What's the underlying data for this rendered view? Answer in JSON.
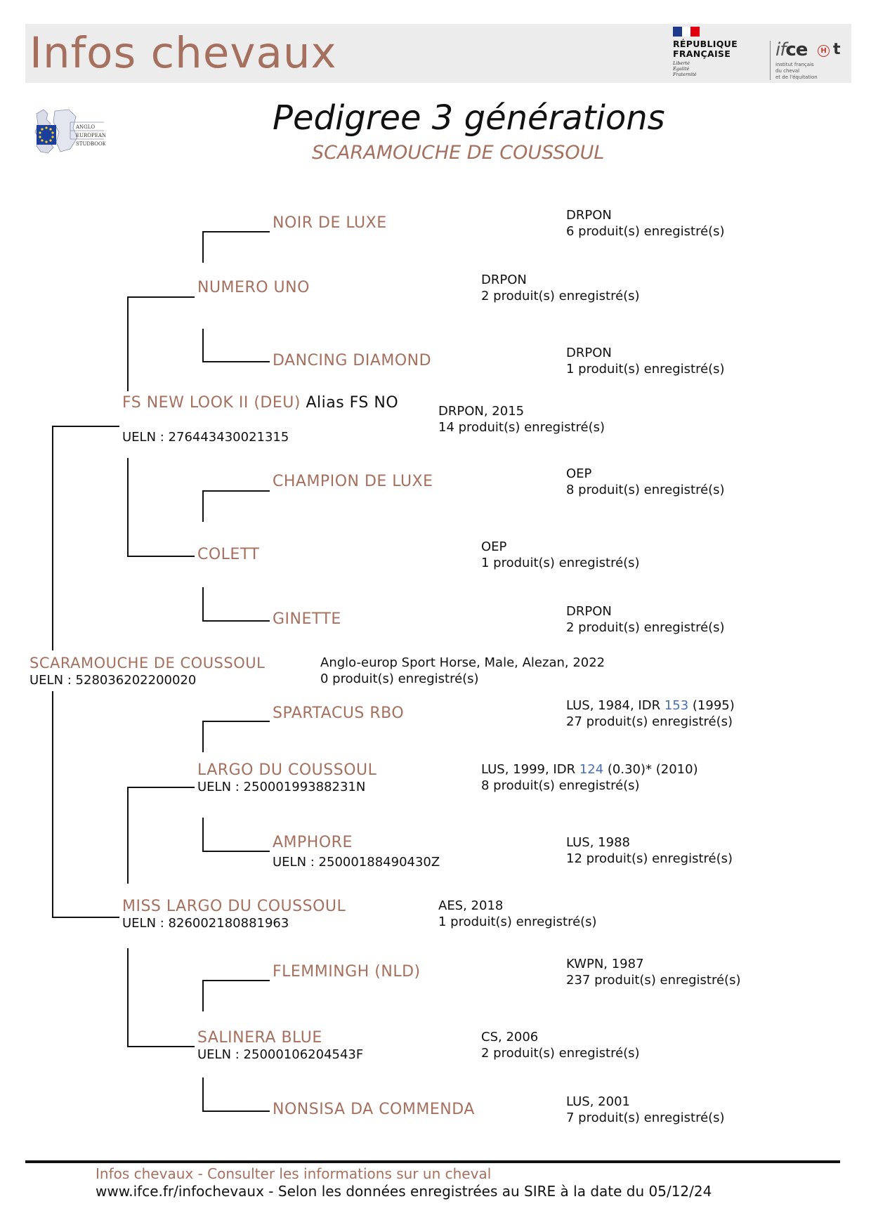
{
  "header": {
    "site_title": "Infos chevaux",
    "gov_logo_line1": "RÉPUBLIQUE",
    "gov_logo_line2": "FRANÇAISE",
    "gov_motto": [
      "Liberté",
      "Égalité",
      "Fraternité"
    ],
    "ifce_sub": [
      "institut français",
      "du cheval",
      "et de l'équitation"
    ],
    "accent_color": "#a5705e"
  },
  "aes_logo": {
    "lines": [
      "ANGLO",
      "EUROPEAN",
      "STUDBOOK"
    ]
  },
  "title": {
    "heading": "Pedigree 3 générations",
    "horse_name": "SCARAMOUCHE DE COUSSOUL"
  },
  "pedigree": {
    "subject": {
      "name": "SCARAMOUCHE DE COUSSOUL",
      "ueln": "UELN : 528036202200020",
      "info1": "Anglo-europ Sport Horse, Male, Alezan, 2022",
      "info2": "0 produit(s) enregistré(s)"
    },
    "sire": {
      "name": "FS NEW LOOK II (DEU)",
      "alias": "Alias FS NO",
      "ueln": "UELN : 276443430021315",
      "info1": "DRPON, 2015",
      "info2": "14 produit(s) enregistré(s)"
    },
    "dam": {
      "name": "MISS LARGO DU COUSSOUL",
      "ueln": "UELN : 826002180881963",
      "info1": "AES, 2018",
      "info2": "1 produit(s) enregistré(s)"
    },
    "ss": {
      "name": "NUMERO UNO",
      "info1": "DRPON",
      "info2": "2 produit(s) enregistré(s)"
    },
    "sd": {
      "name": "COLETT",
      "info1": "OEP",
      "info2": "1 produit(s) enregistré(s)"
    },
    "ds": {
      "name": "LARGO DU COUSSOUL",
      "ueln": "UELN : 25000199388231N",
      "info1_prefix": "LUS, 1999, IDR ",
      "info1_idr": "124",
      "info1_suffix": " (0.30)* (2010)",
      "info2": "8 produit(s) enregistré(s)"
    },
    "dd": {
      "name": "SALINERA BLUE",
      "ueln": "UELN : 25000106204543F",
      "info1": "CS, 2006",
      "info2": "2 produit(s) enregistré(s)"
    },
    "sss": {
      "name": "NOIR DE LUXE",
      "info1": "DRPON",
      "info2": "6 produit(s) enregistré(s)"
    },
    "ssd": {
      "name": "DANCING DIAMOND",
      "info1": "DRPON",
      "info2": "1 produit(s) enregistré(s)"
    },
    "sds": {
      "name": "CHAMPION DE LUXE",
      "info1": "OEP",
      "info2": "8 produit(s) enregistré(s)"
    },
    "sdd": {
      "name": "GINETTE",
      "info1": "DRPON",
      "info2": "2 produit(s) enregistré(s)"
    },
    "dss": {
      "name": "SPARTACUS RBO",
      "info1_prefix": "LUS, 1984, IDR ",
      "info1_idr": "153",
      "info1_suffix": " (1995)",
      "info2": "27 produit(s) enregistré(s)"
    },
    "dsd": {
      "name": "AMPHORE",
      "ueln": "UELN : 25000188490430Z",
      "info1": "LUS, 1988",
      "info2": "12 produit(s) enregistré(s)"
    },
    "dds": {
      "name": "FLEMMINGH (NLD)",
      "info1": "KWPN, 1987",
      "info2": "237 produit(s) enregistré(s)"
    },
    "ddd": {
      "name": "NONSISA DA COMMENDA",
      "info1": "LUS, 2001",
      "info2": "7 produit(s) enregistré(s)"
    }
  },
  "footer": {
    "line1": "Infos chevaux - Consulter les informations sur un cheval",
    "line2": "www.ifce.fr/infochevaux - Selon les données enregistrées au SIRE à la date du 05/12/24"
  }
}
